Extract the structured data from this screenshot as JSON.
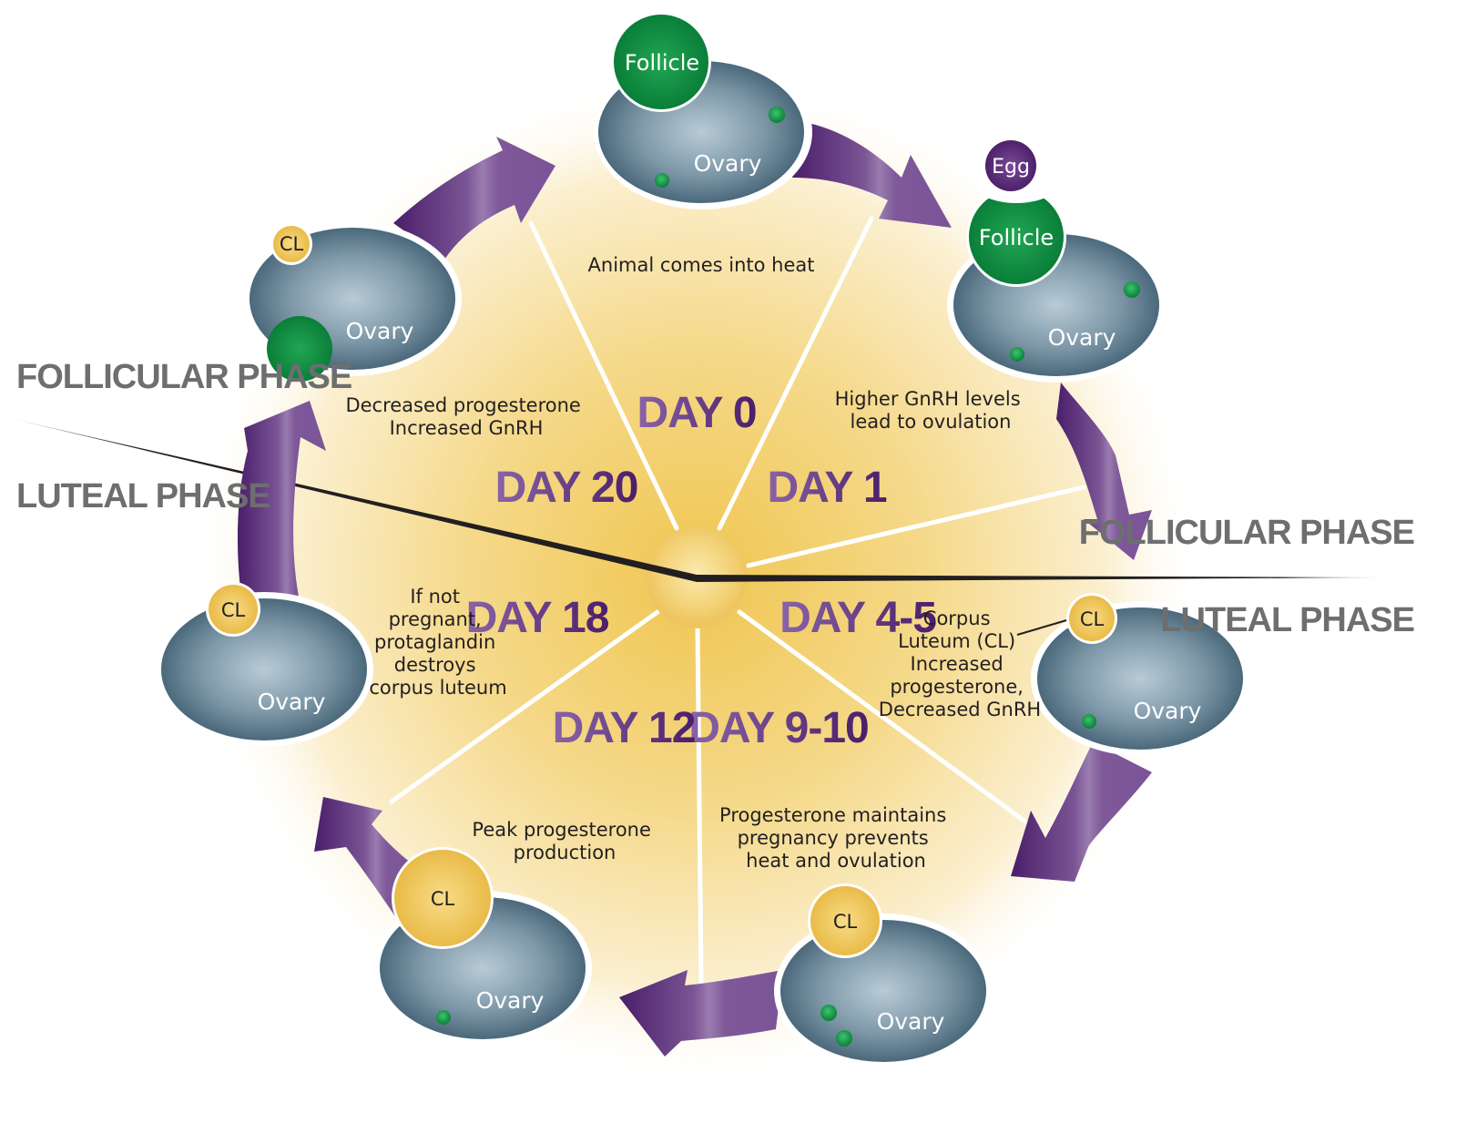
{
  "colors": {
    "purple_dark": "#4a1e6a",
    "purple_light": "#8a62a6",
    "ovary_dark": "#3f5f72",
    "ovary_light": "#b3c7d2",
    "follicle": "#0c9444",
    "corpus_luteum": "#f0c65a",
    "egg": "#5a2a78",
    "phase_text": "#6d6e70",
    "sunburst": "#f2cc5a"
  },
  "phases": {
    "left_top": "FOLLICULAR PHASE",
    "left_bottom": "LUTEAL PHASE",
    "right_top": "FOLLICULAR PHASE",
    "right_bottom": "LUTEAL PHASE"
  },
  "days": [
    {
      "label": "DAY 0"
    },
    {
      "label": "DAY 1"
    },
    {
      "label": "DAY 4-5"
    },
    {
      "label": "DAY 9-10"
    },
    {
      "label": "DAY 12"
    },
    {
      "label": "DAY 18"
    },
    {
      "label": "DAY 20"
    }
  ],
  "descriptions": {
    "day0": [
      "Animal comes into heat"
    ],
    "day1": [
      "Higher GnRH levels",
      "lead to ovulation"
    ],
    "day4_5": [
      "Corpus",
      "Luteum (CL)",
      "Increased",
      "progesterone,",
      "Decreased GnRH"
    ],
    "day9_10": [
      "Progesterone maintains",
      "pregnancy prevents",
      "heat and ovulation"
    ],
    "day12": [
      "Peak progesterone",
      "production"
    ],
    "day18": [
      "If not",
      "pregnant,",
      "protaglandin",
      "destroys",
      "corpus luteum"
    ],
    "day20": [
      "Decreased progesterone",
      "Increased GnRH"
    ]
  },
  "labels": {
    "ovary": "Ovary",
    "follicle": "Follicle",
    "corpus_luteum": "CL",
    "egg": "Egg"
  },
  "ovaries": [
    {
      "stage": "day0",
      "structures": [
        "Follicle"
      ]
    },
    {
      "stage": "day1",
      "structures": [
        "Follicle",
        "Egg"
      ]
    },
    {
      "stage": "day4_5",
      "structures": [
        "CL"
      ]
    },
    {
      "stage": "day9_10",
      "structures": [
        "CL"
      ]
    },
    {
      "stage": "day12",
      "structures": [
        "CL"
      ]
    },
    {
      "stage": "day18",
      "structures": [
        "CL"
      ]
    },
    {
      "stage": "day20",
      "structures": [
        "CL",
        "Follicle"
      ]
    }
  ]
}
